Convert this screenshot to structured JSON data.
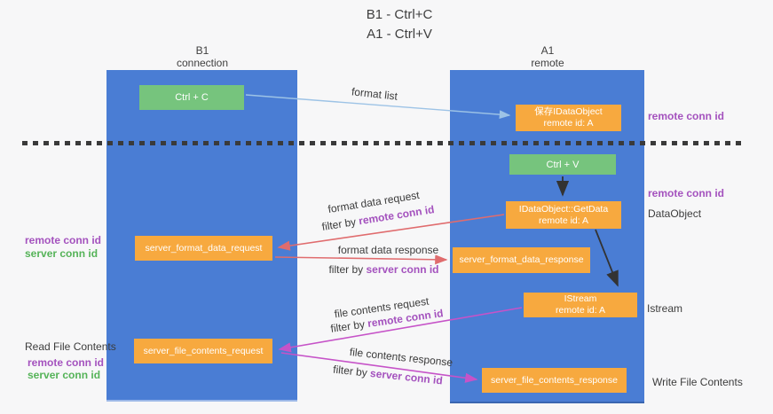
{
  "title": {
    "line1": "B1 - Ctrl+C",
    "line2": "A1 - Ctrl+V"
  },
  "columns": {
    "left": {
      "header_line1": "B1",
      "header_line2": "connection"
    },
    "right": {
      "header_line1": "A1",
      "header_line2": "remote"
    }
  },
  "boxes": {
    "ctrl_c": {
      "label": "Ctrl + C"
    },
    "save_idataobject": {
      "line1": "保存IDataObject",
      "line2": "remote id: A"
    },
    "ctrl_v": {
      "label": "Ctrl + V"
    },
    "getdata": {
      "line1": "IDataObject::GetData",
      "line2": "remote id: A"
    },
    "server_format_data_request": {
      "label": "server_format_data_request"
    },
    "server_format_data_response": {
      "label": "server_format_data_response"
    },
    "istream": {
      "line1": "IStream",
      "line2": "remote id: A"
    },
    "server_file_contents_request": {
      "label": "server_file_contents_request"
    },
    "server_file_contents_response": {
      "label": "server_file_contents_response"
    }
  },
  "side_labels": {
    "right_remote_conn_id_1": "remote conn id",
    "right_remote_conn_id_2": "remote conn id",
    "data_object": "DataObject",
    "istream": "Istream",
    "write_file_contents": "Write File Contents",
    "left_remote_conn_id_1": "remote conn id",
    "left_server_conn_id_1": "server conn id",
    "read_file_contents": "Read File Contents",
    "left_remote_conn_id_2": "remote conn id",
    "left_server_conn_id_2": "server conn id"
  },
  "arrow_labels": {
    "format_list": "format list",
    "format_data_request": "format data request",
    "filter_by_1_prefix": "filter by ",
    "filter_by_1_value": "remote conn id",
    "format_data_response": "format data response",
    "filter_by_2_prefix": "filter by ",
    "filter_by_2_value": "server conn id",
    "file_contents_request": "file contents request",
    "filter_by_3_prefix": "filter by ",
    "filter_by_3_value": "remote conn id",
    "file_contents_response": "file contents response",
    "filter_by_4_prefix": "filter by ",
    "filter_by_4_value": "server conn id"
  },
  "colors": {
    "column_blue": "#4a7dd4",
    "box_green": "#76c47d",
    "box_orange": "#f7a93f",
    "arrow_light_blue": "#9dc3e6",
    "arrow_black": "#333333",
    "arrow_red": "#e06c6e",
    "arrow_magenta": "#c653c8",
    "text_purple": "#a452be",
    "text_green": "#55b358",
    "dash_line": "#3a3a3a",
    "background": "#f7f7f8"
  }
}
